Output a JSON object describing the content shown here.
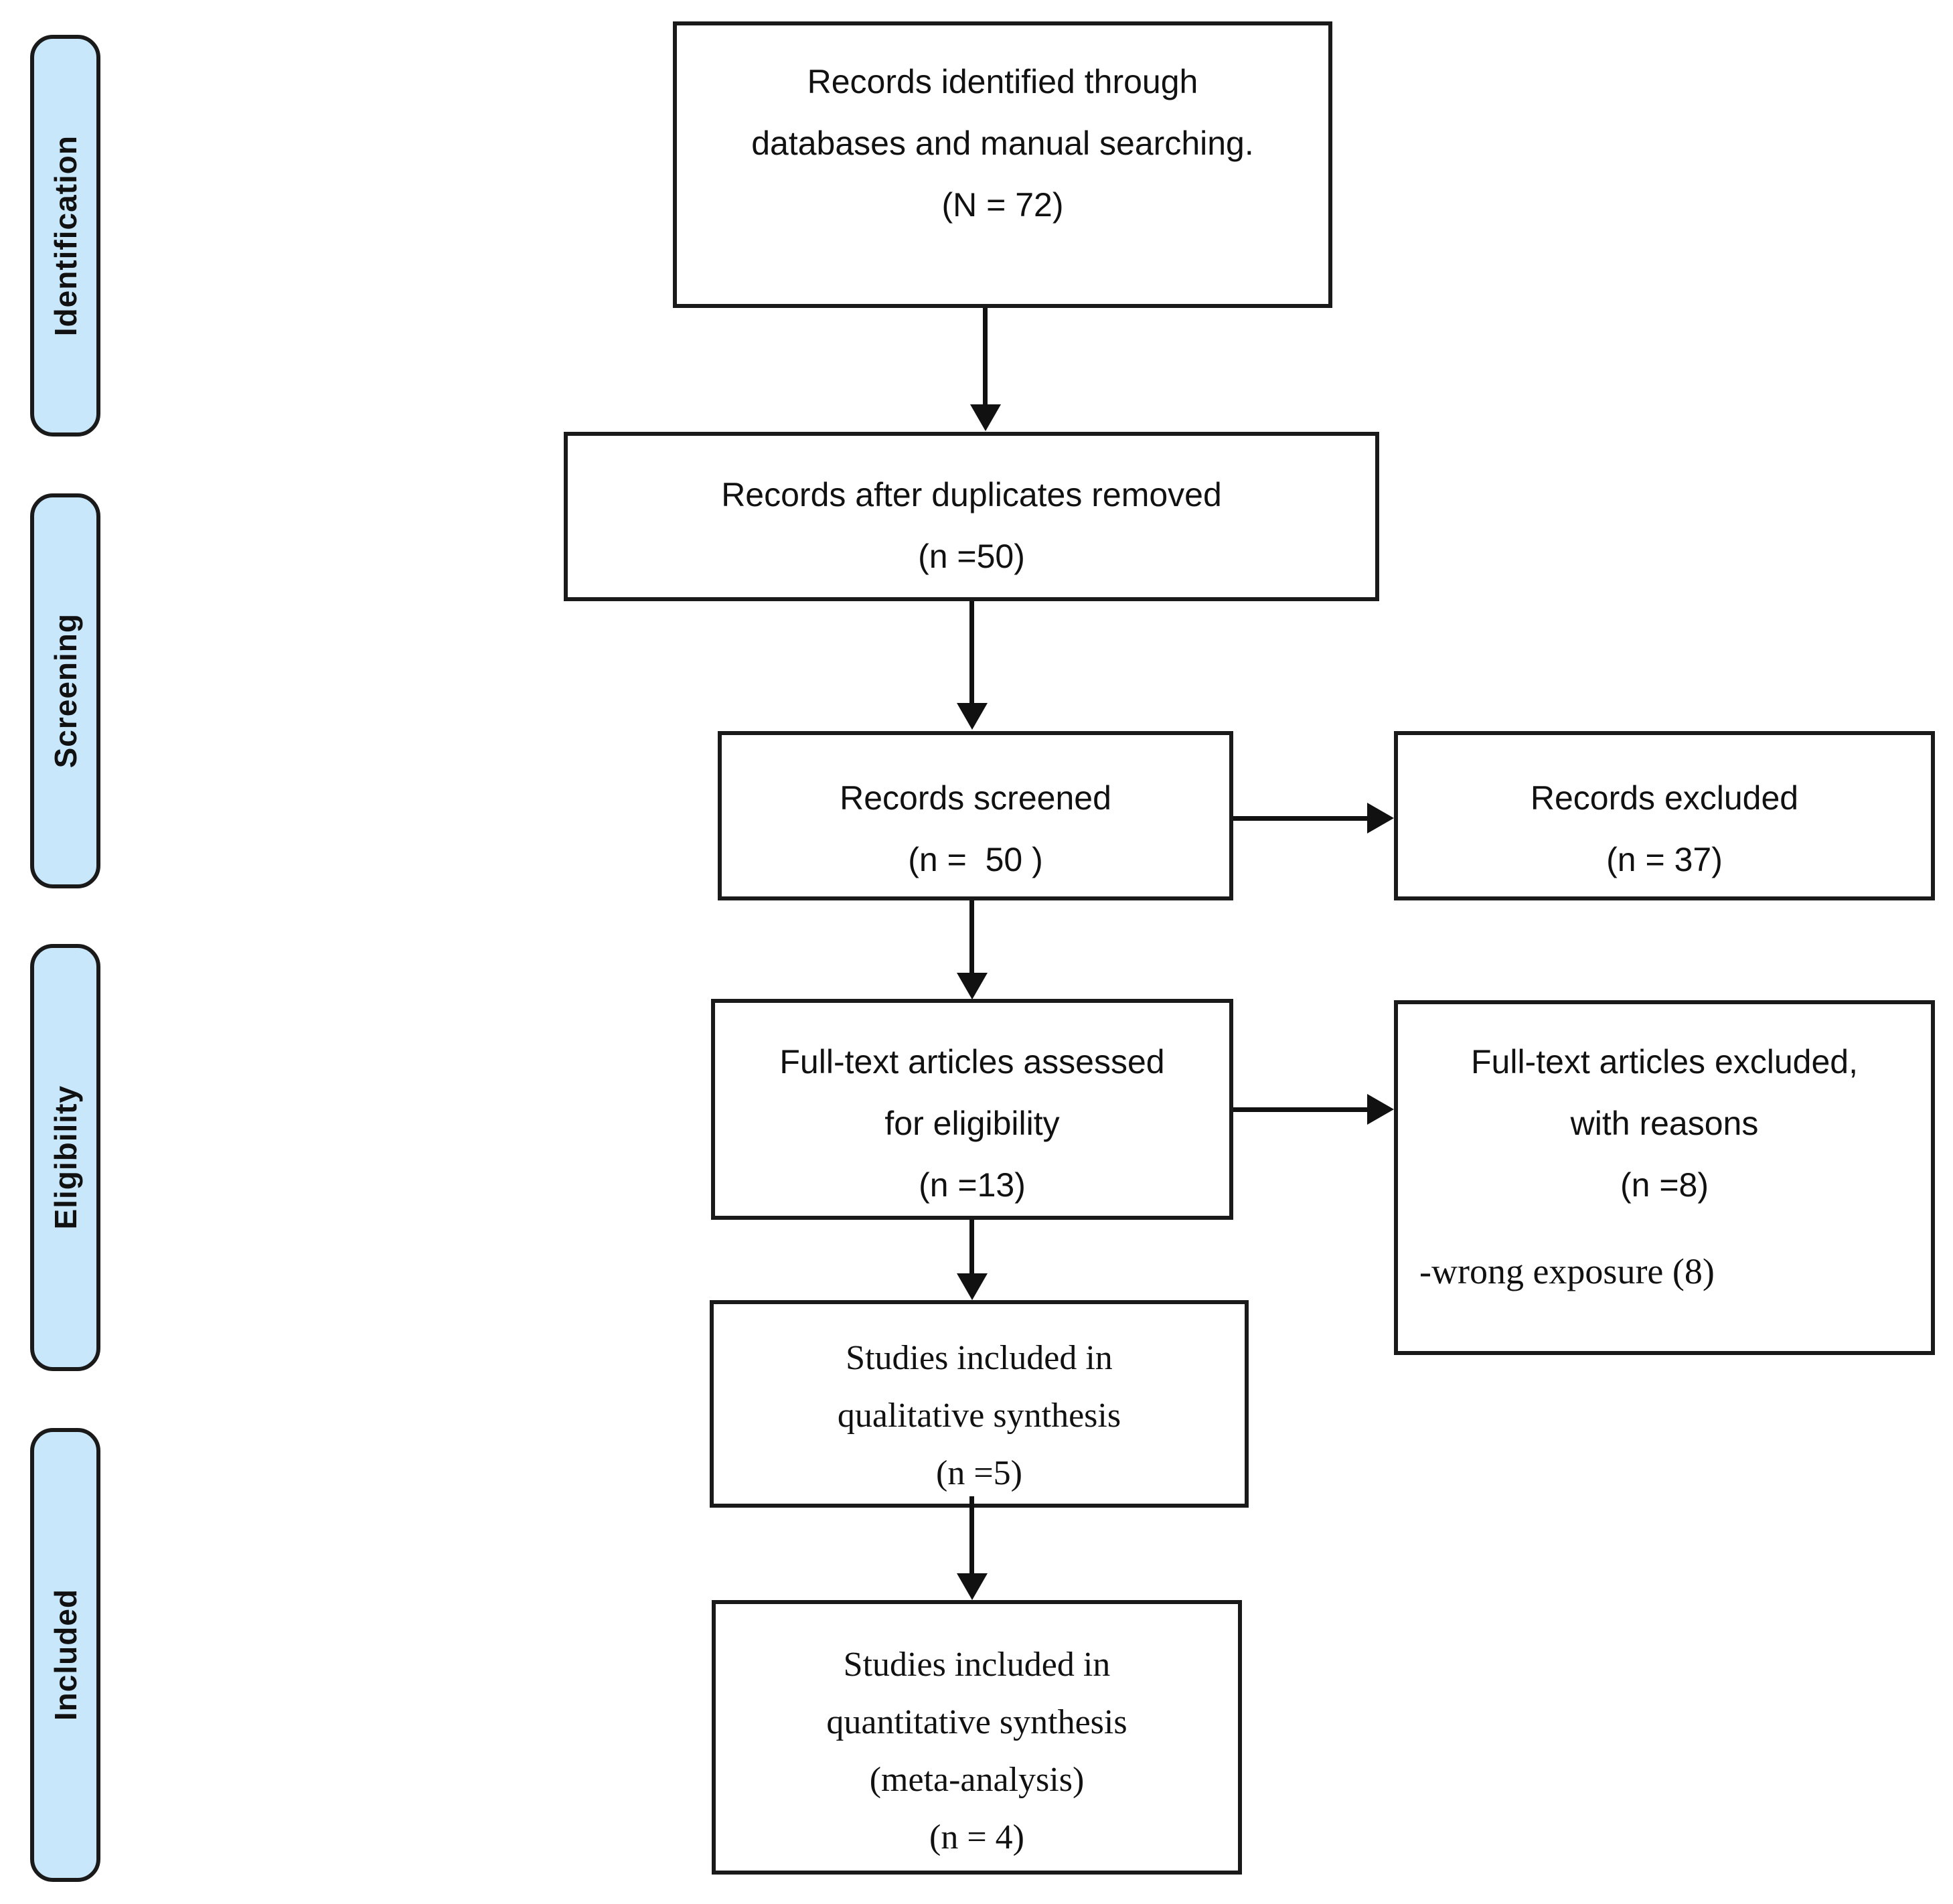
{
  "diagram": {
    "type": "prisma-flow-diagram",
    "accent_color": "#c9e7fb",
    "line_color": "#111111",
    "stages": [
      {
        "id": "identification",
        "label": "Identification"
      },
      {
        "id": "screening",
        "label": "Screening"
      },
      {
        "id": "eligibility",
        "label": "Eligibility"
      },
      {
        "id": "included",
        "label": "Included"
      }
    ],
    "boxes": [
      {
        "id": "records-identified",
        "font": "sans",
        "lines": [
          "Records identified through",
          "databases and manual searching.",
          "(N = 72)"
        ]
      },
      {
        "id": "records-after-duplicates",
        "font": "sans",
        "lines": [
          "Records after duplicates removed",
          "(n =50)"
        ]
      },
      {
        "id": "records-screened",
        "font": "sans",
        "lines": [
          "Records screened",
          "(n =  50 )"
        ]
      },
      {
        "id": "records-excluded",
        "font": "sans",
        "lines": [
          "Records excluded",
          "(n = 37)"
        ]
      },
      {
        "id": "fulltext-assessed",
        "font": "sans",
        "lines": [
          "Full-text articles assessed",
          "for eligibility",
          "(n =13)"
        ]
      },
      {
        "id": "fulltext-excluded",
        "font": "sans",
        "lines": [
          "Full-text articles excluded,",
          "with reasons",
          "(n =8)"
        ],
        "extra_serif_lines": [
          "-wrong exposure (8)"
        ]
      },
      {
        "id": "qualitative-synthesis",
        "font": "serif",
        "lines": [
          "Studies included in",
          "qualitative synthesis",
          "(n =5)"
        ]
      },
      {
        "id": "quantitative-synthesis",
        "font": "serif",
        "lines": [
          "Studies included in",
          "quantitative synthesis",
          "(meta-analysis)",
          "(n = 4)"
        ]
      }
    ],
    "counts": {
      "identified_total": 72,
      "after_duplicates": 50,
      "screened": 50,
      "excluded_screening": 37,
      "fulltext_assessed": 13,
      "fulltext_excluded": 8,
      "wrong_exposure": 8,
      "qualitative_included": 5,
      "quantitative_included": 4
    }
  }
}
